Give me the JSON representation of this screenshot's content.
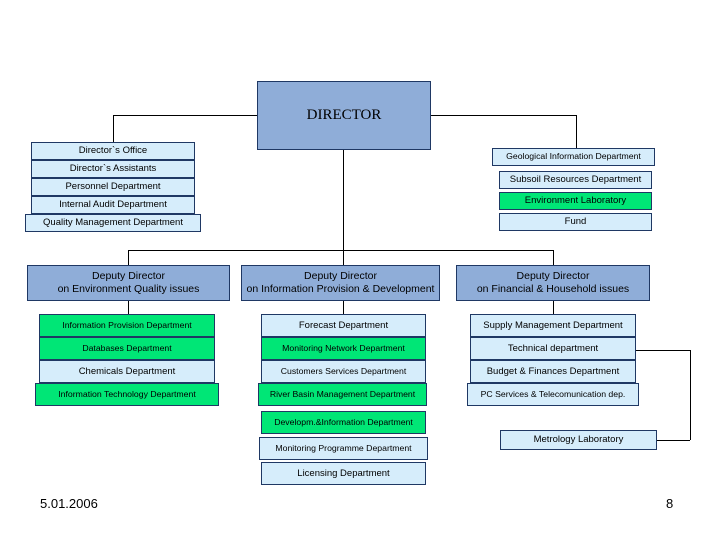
{
  "slide": {
    "date": "5.01.2006",
    "page_number": "8",
    "colors": {
      "director_fill": "#8FADD8",
      "staff_fill": "#D6EDFB",
      "highlight_fill": "#00E676",
      "border": "#1F3864"
    }
  },
  "director": {
    "label": "DIRECTOR"
  },
  "staff_left": {
    "items": [
      {
        "label": "Director`s Office",
        "color": "cyan"
      },
      {
        "label": "Director`s Assistants",
        "color": "cyan"
      },
      {
        "label": "Personnel Department",
        "color": "cyan"
      },
      {
        "label": "Internal Audit Department",
        "color": "cyan"
      },
      {
        "label": "Quality Management Department",
        "color": "cyan"
      }
    ]
  },
  "staff_right": {
    "items": [
      {
        "label": "Geological Information Department",
        "color": "cyan"
      },
      {
        "label": "Subsoil Resources Department",
        "color": "cyan"
      },
      {
        "label": "Environment Laboratory",
        "color": "green"
      },
      {
        "label": "Fund",
        "color": "cyan"
      }
    ]
  },
  "deputies": [
    {
      "title_line1": "Deputy Director",
      "title_line2": "on Environment Quality issues",
      "departments": [
        {
          "label": "Information Provision Department",
          "color": "green"
        },
        {
          "label": "Databases Department",
          "color": "green"
        },
        {
          "label": "Chemicals Department",
          "color": "cyan"
        },
        {
          "label": "Information Technology Department",
          "color": "green"
        }
      ]
    },
    {
      "title_line1": "Deputy Director",
      "title_line2": "on Information Provision & Development",
      "departments": [
        {
          "label": "Forecast Department",
          "color": "cyan"
        },
        {
          "label": "Monitoring Network Department",
          "color": "green"
        },
        {
          "label": "Customers Services Department",
          "color": "cyan"
        },
        {
          "label": "River Basin Management Department",
          "color": "green"
        },
        {
          "label": "Developm.&Information Department",
          "color": "green"
        },
        {
          "label": "Monitoring Programme Department",
          "color": "cyan"
        },
        {
          "label": "Licensing Department",
          "color": "cyan"
        }
      ]
    },
    {
      "title_line1": "Deputy Director",
      "title_line2": "on Financial &  Household issues",
      "departments": [
        {
          "label": "Supply Management Department",
          "color": "cyan"
        },
        {
          "label": "Technical department",
          "color": "cyan"
        },
        {
          "label": "Budget & Finances Department",
          "color": "cyan"
        },
        {
          "label": "PC Services & Telecomunication dep.",
          "color": "cyan"
        }
      ],
      "sub_units": [
        {
          "label": "Metrology Laboratory",
          "color": "cyan"
        }
      ]
    }
  ]
}
